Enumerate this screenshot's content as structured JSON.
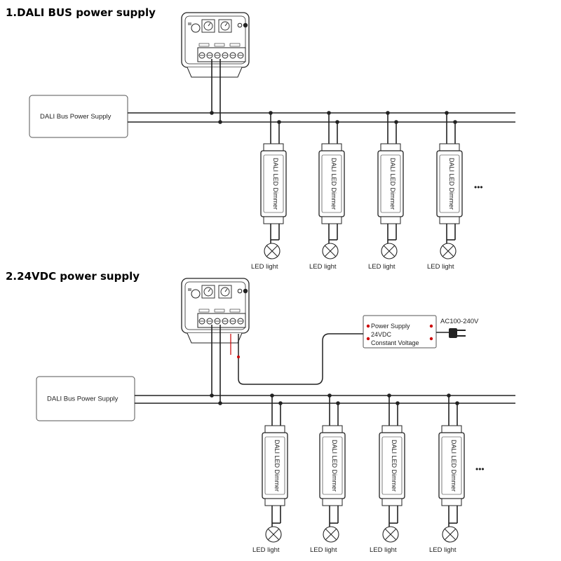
{
  "sections": [
    {
      "title": "1.DALI BUS power supply",
      "psu_label": "DALI Bus Power Supply",
      "dimmer_label": "DALI LED Dimmer",
      "lamp_label": "LED light",
      "ellipsis": "•••"
    },
    {
      "title": "2.24VDC power supply",
      "psu_label": "DALI Bus Power Supply",
      "dimmer_label": "DALI LED Dimmer",
      "lamp_label": "LED light",
      "ellipsis": "•••",
      "dc_psu": {
        "line1": "Power Supply",
        "line2": "24VDC",
        "line3": "Constant Voltage"
      },
      "ac_label": "AC100-240V"
    }
  ],
  "colors": {
    "line": "#222222",
    "accent": "#cc0000",
    "box": "#555555"
  }
}
